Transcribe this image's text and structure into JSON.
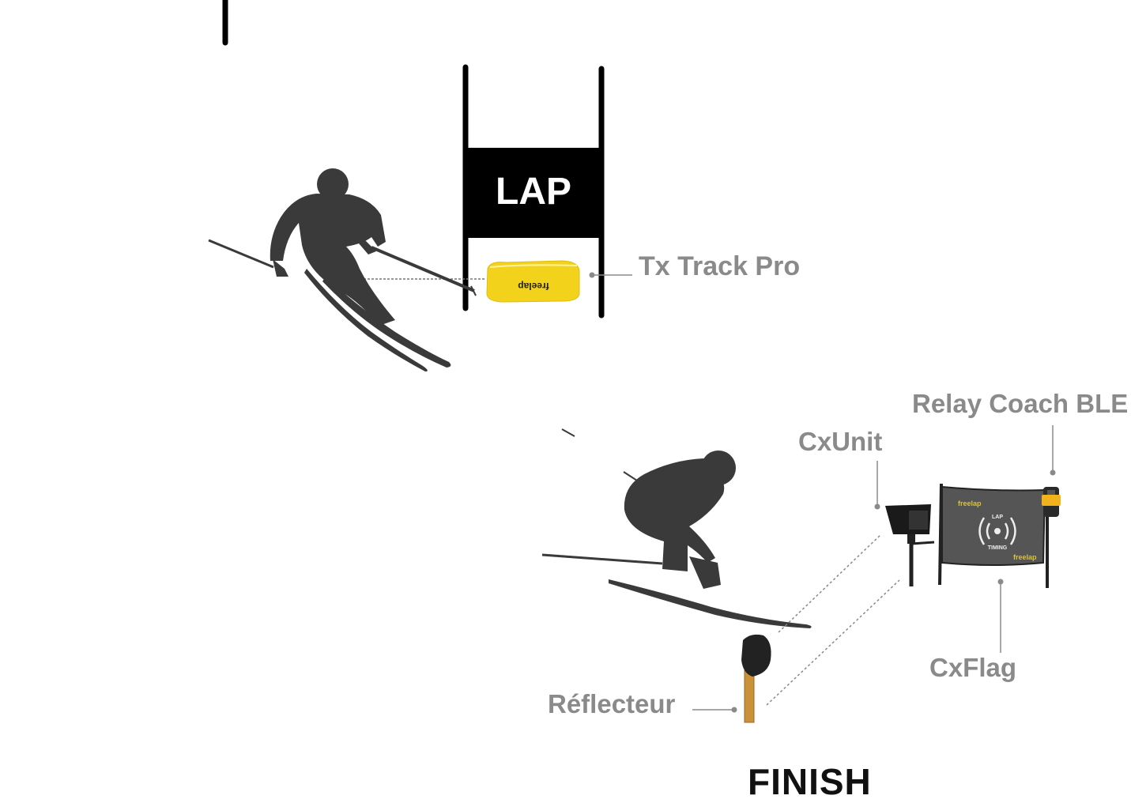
{
  "gate": {
    "banner_text": "LAP"
  },
  "transponder": {
    "brand": "freelap"
  },
  "labels": {
    "tx_track_pro": "Tx Track Pro",
    "relay_coach": "Relay Coach BLE",
    "cxunit": "CxUnit",
    "cxflag": "CxFlag",
    "reflecteur": "Réflecteur"
  },
  "flag": {
    "brand": "freelap",
    "center_text": "LAP",
    "sub_text": "TIMING"
  },
  "finish": {
    "text": "FINISH"
  },
  "colors": {
    "silhouette": "#3a3a3a",
    "label_gray": "#8a8a8a",
    "transponder_yellow": "#f2d21b",
    "gate_black": "#000000",
    "reflector_wood": "#c8913a"
  }
}
